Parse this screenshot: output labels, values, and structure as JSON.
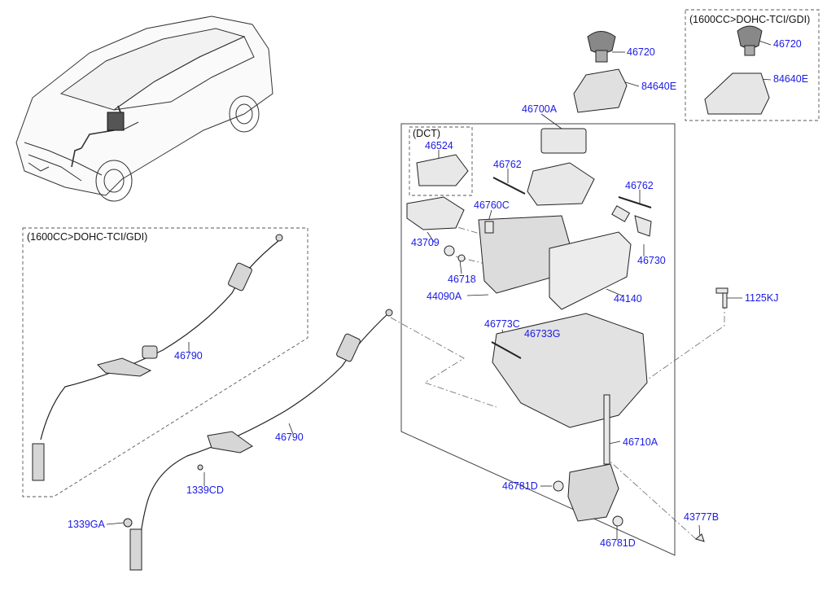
{
  "notes": {
    "engine_top": "(1600CC>DOHC-TCI/GDI)",
    "engine_left": "(1600CC>DOHC-TCI/GDI)",
    "dct": "(DCT)"
  },
  "parts": {
    "p46720_a": "46720",
    "p84640e_a": "84640E",
    "p46720_b": "46720",
    "p84640e_b": "84640E",
    "p46700a": "46700A",
    "p46524": "46524",
    "p46762_a": "46762",
    "p46762_b": "46762",
    "p46760c": "46760C",
    "p43709": "43709",
    "p46718": "46718",
    "p44090a": "44090A",
    "p46730": "46730",
    "p44140": "44140",
    "p1125kj": "1125KJ",
    "p46773c": "46773C",
    "p46733g": "46733G",
    "p46790_a": "46790",
    "p46790_b": "46790",
    "p46710a": "46710A",
    "p1339cd": "1339CD",
    "p46781d_a": "46781D",
    "p46781d_b": "46781D",
    "p1339ga": "1339GA",
    "p43777b": "43777B"
  },
  "colors": {
    "label": "#1a1ae6",
    "line": "#222222",
    "part_fill": "#e8e8e8"
  }
}
